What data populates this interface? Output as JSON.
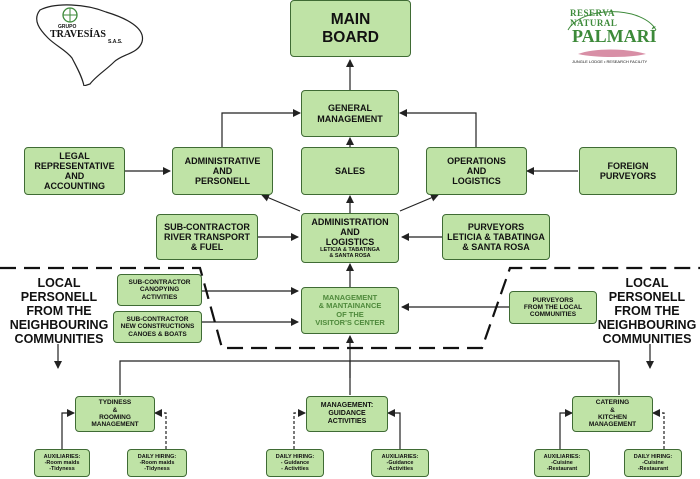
{
  "logos": {
    "left": {
      "small_text": "GRUPO",
      "name": "TRAVESÍAS",
      "suffix": "S.A.S."
    },
    "right": {
      "arc_text": "RESERVA NATURAL",
      "name": "PALMARÍ",
      "tagline": "JUNGLE LODGE • RESEARCH FACILITY"
    }
  },
  "boxes": {
    "main_board": "MAIN\nBOARD",
    "general_management": "GENERAL\nMANAGEMENT",
    "administrative_personell": "ADMINISTRATIVE\nAND\nPERSONELL",
    "sales": "SALES",
    "operations_logistics": "OPERATIONS\nAND\nLOGISTICS",
    "legal_accounting": "LEGAL\nREPRESENTATIVE\nAND\nACCOUNTING",
    "foreign_purveyors": "FOREIGN\nPURVEYORS",
    "sub_river": "SUB-CONTRACTOR\nRIVER TRANSPORT\n& FUEL",
    "admin_logistics_title": "ADMINISTRATION\nAND\nLOGISTICS",
    "admin_logistics_sub": "LETICIA & TABATINGA\n& SANTA ROSA",
    "purveyors_leticia": "PURVEYORS\nLETICIA & TABATINGA\n& SANTA ROSA",
    "sub_canopy": "SUB-CONTRACTOR\nCANOPYING\nACTIVITIES",
    "sub_construction": "SUB-CONTRACTOR\nNEW CONSTRUCTIONS\nCANOES & BOATS",
    "visitors_center": "MANAGEMENT\n& MANTAINANCE\nOF THE\nVISITOR'S CENTER",
    "purveyors_local": "PURVEYORS\nFROM THE LOCAL\nCOMMUNITIES",
    "tydiness": "TYDINESS\n&\nROOMING\nMANAGEMENT",
    "guidance": "MANAGEMENT:\nGUIDANCE\nACTIVITIES",
    "catering": "CATERING\n&\nKITCHEN\nMANAGEMENT",
    "aux_room": "AUXILIARIES:\n-Room maids\n-Tidyness",
    "daily_room": "DAILY HIRING:\n-Room maids\n-Tidyness",
    "daily_guidance": "DAILY HIRING:\n- Guidance\n- Activities",
    "aux_guidance": "AUXILIARIES:\n-Guidance\n-Activities",
    "aux_cuisine": "AUXILIARIES:\n-Cuisine\n-Restaurant",
    "daily_cuisine": "DAILY HIRING:\n-Cuisine\n-Restaurant"
  },
  "side_labels": {
    "left": "LOCAL\nPERSONELL\nFROM THE\nNEIGHBOURING\nCOMMUNITIES",
    "right": "LOCAL\nPERSONELL\nFROM THE\nNEIGHBOURING\nCOMMUNITIES"
  },
  "colors": {
    "box_fill": "#bfe3a6",
    "box_border": "#3f6b34",
    "highlight_text": "#4f8a3c",
    "line": "#222222",
    "logo_pink": "#d88fa6",
    "logo_green": "#3d8a3a"
  }
}
